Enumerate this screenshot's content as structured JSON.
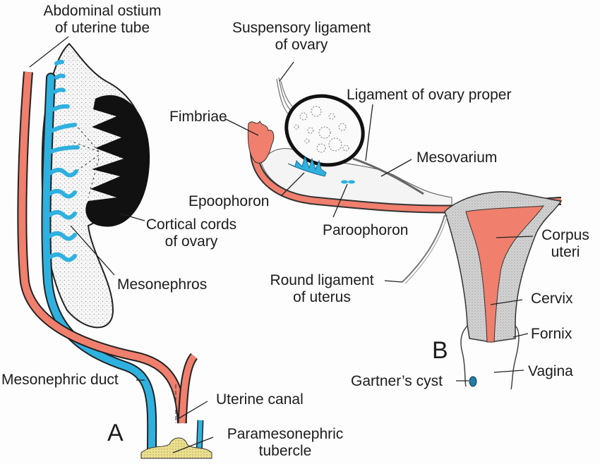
{
  "colors": {
    "paramesonephric": "#f07f6d",
    "mesonephric": "#2fb1e0",
    "ovary_cortex": "#111111",
    "stroma": "#f4f4f4",
    "tubercle": "#e9dd8c",
    "cyst": "#1f7fa8",
    "background": "#fdfdfd"
  },
  "panels": {
    "a": "A",
    "b": "B"
  },
  "labels": {
    "abdominal_ostium": [
      "Abdominal ostium",
      "of uterine tube"
    ],
    "suspensory_ligament": [
      "Suspensory ligament",
      "of ovary"
    ],
    "ligament_of_ovary_proper": "Ligament of ovary proper",
    "fimbriae": "Fimbriae",
    "mesovarium": "Mesovarium",
    "epoophoron": "Epoophoron",
    "paroophoron": "Paroophoron",
    "cortical_cords": [
      "Cortical cords",
      "of ovary"
    ],
    "mesonephros": "Mesonephros",
    "round_ligament": [
      "Round ligament",
      "of uterus"
    ],
    "corpus_uteri": [
      "Corpus",
      "uteri"
    ],
    "cervix": "Cervix",
    "fornix": "Fornix",
    "vagina": "Vagina",
    "gartners_cyst": "Gartner’s cyst",
    "mesonephric_duct": "Mesonephric duct",
    "uterine_canal": "Uterine canal",
    "paramesonephric_tubercle": [
      "Paramesonephric",
      "tubercle"
    ]
  }
}
